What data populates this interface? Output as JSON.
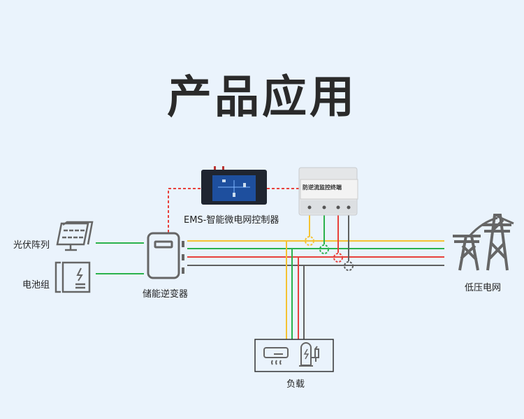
{
  "title": "产品应用",
  "labels": {
    "pv": "光伏阵列",
    "battery": "电池组",
    "inverter": "储能逆变器",
    "ems": "EMS-智能微电网控制器",
    "grid": "低压电网",
    "load": "负载",
    "monitor_device": "防逆流监控终端"
  },
  "colors": {
    "background": "#eaf3fc",
    "yellow": "#f5c232",
    "green": "#2bb24c",
    "red": "#e8413c",
    "gray": "#5f5f5f",
    "icon": "#666666",
    "comm": "#e8413c"
  }
}
